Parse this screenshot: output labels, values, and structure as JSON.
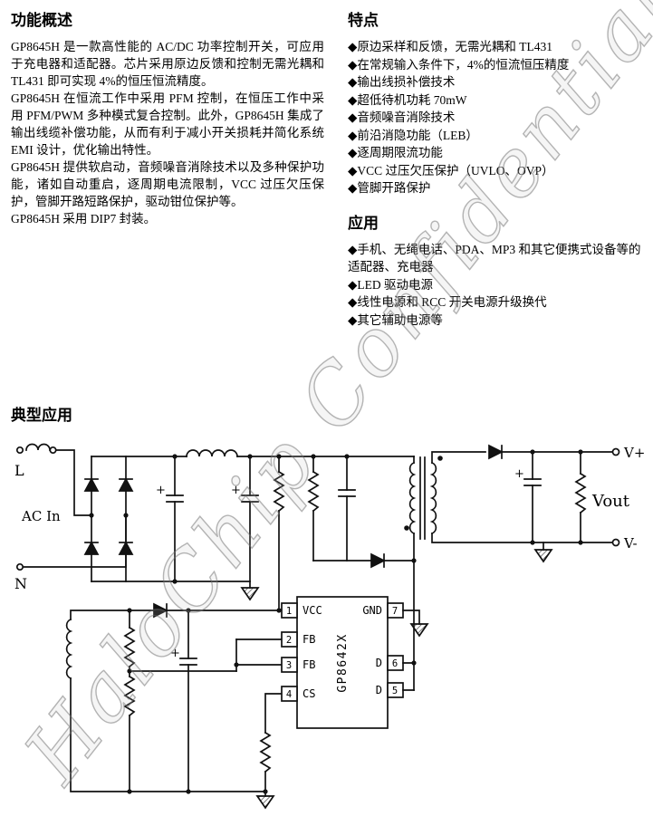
{
  "overview": {
    "title": "功能概述",
    "paragraphs": [
      "GP8645H 是一款高性能的 AC/DC 功率控制开关，可应用于充电器和适配器。芯片采用原边反馈和控制无需光耦和 TL431 即可实现 4%的恒压恒流精度。",
      "GP8645H 在恒流工作中采用 PFM 控制，在恒压工作中采用 PFM/PWM 多种模式复合控制。此外，GP8645H 集成了输出线缆补偿功能，从而有利于减小开关损耗并简化系统 EMI 设计，优化输出特性。",
      "GP8645H 提供软启动，音频噪音消除技术以及多种保护功能，诸如自动重启，逐周期电流限制，VCC 过压欠压保护，管脚开路短路保护，驱动钳位保护等。",
      "GP8645H 采用 DIP7 封装。"
    ]
  },
  "features": {
    "title": "特点",
    "items": [
      "◆原边采样和反馈，无需光耦和 TL431",
      "◆在常规输入条件下，4%的恒流恒压精度",
      "◆输出线损补偿技术",
      "◆超低待机功耗 70mW",
      "◆音频噪音消除技术",
      "◆前沿消隐功能（LEB）",
      "◆逐周期限流功能",
      "◆VCC 过压欠压保护（UVLO、OVP）",
      "◆管脚开路保护"
    ]
  },
  "applications": {
    "title": "应用",
    "items": [
      "◆手机、无绳电话、PDA、MP3 和其它便携式设备等的适配器、充电器",
      "◆LED 驱动电源",
      "◆线性电源和 RCC 开关电源升级换代",
      "◆其它辅助电源等"
    ]
  },
  "typical_application": {
    "title": "典型应用"
  },
  "schematic": {
    "labels": {
      "line": "L",
      "ac_in": "AC In",
      "neutral": "N",
      "v_plus": "V+",
      "v_out": "Vout",
      "v_minus": "V-"
    },
    "polarity_plus": "+",
    "ic": {
      "name": "GP8642X",
      "left_pins": [
        {
          "num": "1",
          "label": "VCC"
        },
        {
          "num": "2",
          "label": "FB"
        },
        {
          "num": "3",
          "label": "FB"
        },
        {
          "num": "4",
          "label": "CS"
        }
      ],
      "right_pins": [
        {
          "num": "7",
          "label": "GND"
        },
        {
          "num": "6",
          "label": "D"
        },
        {
          "num": "5",
          "label": "D"
        }
      ]
    }
  },
  "watermark": "HaloChip Confidential"
}
